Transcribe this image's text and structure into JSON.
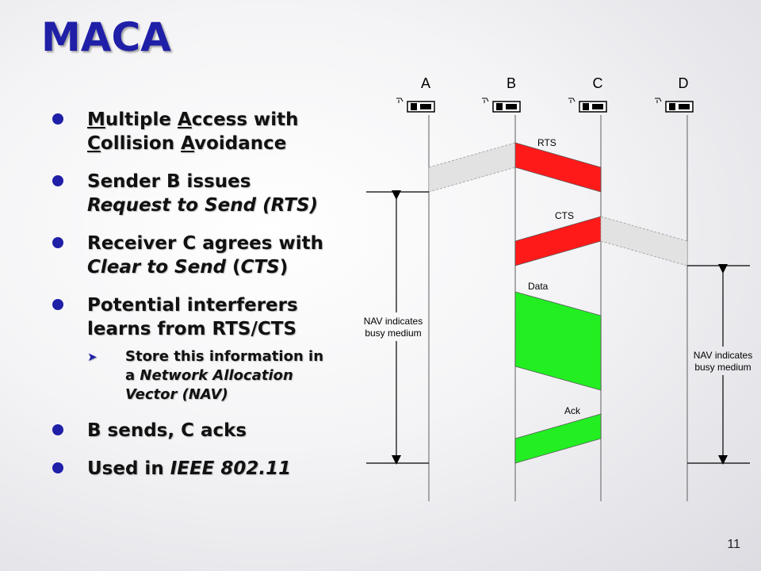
{
  "title": "MACA",
  "bullets": {
    "b1": {
      "p1": "M",
      "p2": "ultiple ",
      "p3": "A",
      "p4": "ccess with",
      "p5": "C",
      "p6": "ollision ",
      "p7": "A",
      "p8": "voidance"
    },
    "b2": {
      "line1": "Sender B issues",
      "line2": "Request to Send (RTS)"
    },
    "b3": {
      "line1": "Receiver C agrees with",
      "line2a": "Clear to Send",
      "line2b": " (",
      "line2c": "CTS",
      "line2d": ")"
    },
    "b4": {
      "line1": "Potential interferers",
      "line2": "learns from RTS/CTS"
    },
    "sub": {
      "line1": "Store this information in",
      "line2a": "a ",
      "line2b": "Network Allocation",
      "line3": "Vector (NAV)"
    },
    "b5": {
      "line1": "B sends, C acks"
    },
    "b6": {
      "line1a": "Used in ",
      "line1b": "IEEE 802.11"
    }
  },
  "diagram": {
    "stations": [
      "A",
      "B",
      "C",
      "D"
    ],
    "messages": {
      "rts": "RTS",
      "cts": "CTS",
      "data": "Data",
      "ack": "Ack"
    },
    "nav_left": {
      "line1": "NAV indicates",
      "line2": "busy medium"
    },
    "nav_right": {
      "line1": "NAV indicates",
      "line2": "busy medium"
    },
    "colors": {
      "rts": "#ff1a1a",
      "cts": "#ff1a1a",
      "data": "#22ee22",
      "ack": "#22ee22",
      "overheard": "#e2e2e2"
    }
  },
  "page_number": "11",
  "colors": {
    "title": "#1f1fa8",
    "bullet": "#1f1fa8"
  }
}
